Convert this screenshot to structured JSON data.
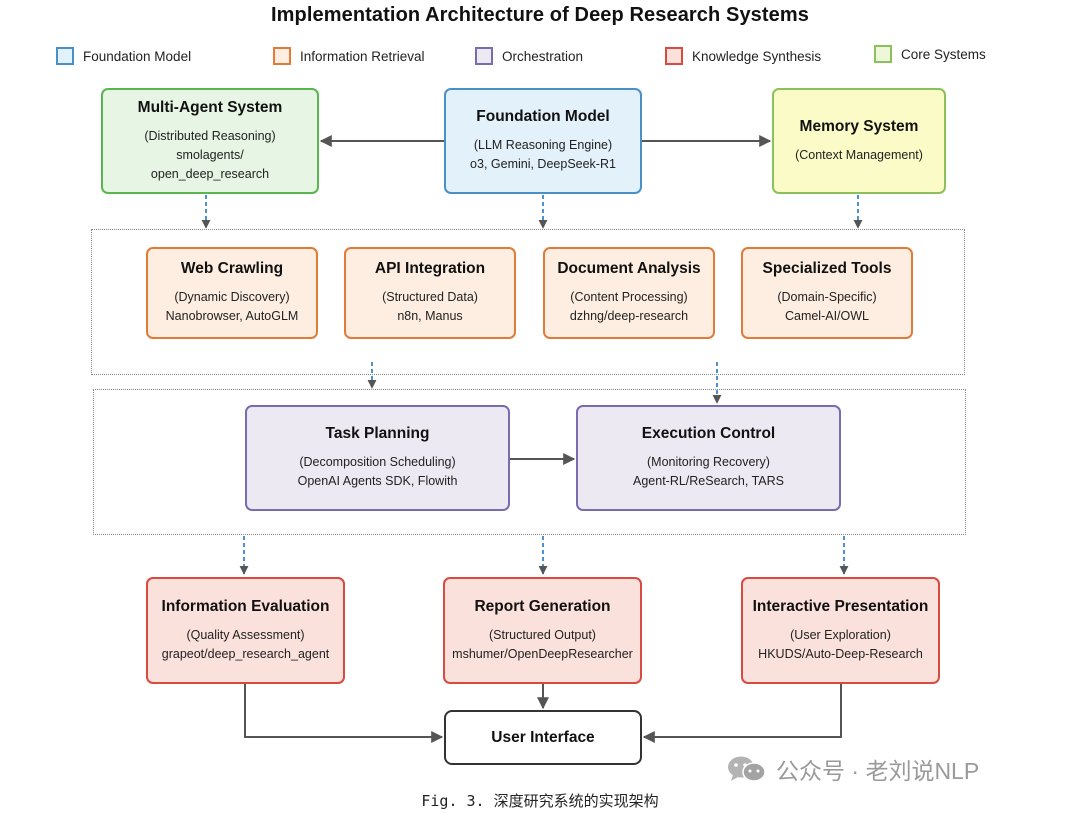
{
  "title": "Implementation Architecture of Deep Research Systems",
  "legend": [
    {
      "label": "Foundation Model",
      "fill": "#e3f1fb",
      "stroke": "#4a90c8"
    },
    {
      "label": "Information Retrieval",
      "fill": "#fdeee1",
      "stroke": "#e07b39"
    },
    {
      "label": "Orchestration",
      "fill": "#ece9f3",
      "stroke": "#7d6bb0"
    },
    {
      "label": "Knowledge Synthesis",
      "fill": "#fbe1dc",
      "stroke": "#d94a41"
    },
    {
      "label": "Core Systems",
      "fill": "#eef7d9",
      "stroke": "#8cc05a"
    }
  ],
  "nodes": {
    "multi_agent": {
      "title": "Multi-Agent System",
      "lines": [
        "(Distributed Reasoning)",
        "smolagents/",
        "open_deep_research"
      ],
      "fill": "#e7f5e4",
      "stroke": "#5ab64e"
    },
    "foundation": {
      "title": "Foundation Model",
      "lines": [
        "(LLM Reasoning Engine)",
        "o3, Gemini, DeepSeek-R1"
      ],
      "fill": "#e3f1fb",
      "stroke": "#4a90c8"
    },
    "memory": {
      "title": "Memory System",
      "lines": [
        "(Context Management)"
      ],
      "fill": "#fbfbc7",
      "stroke": "#8cc05a"
    },
    "web_crawling": {
      "title": "Web Crawling",
      "lines": [
        "(Dynamic Discovery)",
        "Nanobrowser, AutoGLM"
      ],
      "fill": "#fdeee1",
      "stroke": "#e07b39"
    },
    "api_integration": {
      "title": "API Integration",
      "lines": [
        "(Structured Data)",
        "n8n, Manus"
      ],
      "fill": "#fdeee1",
      "stroke": "#e07b39"
    },
    "document_analysis": {
      "title": "Document Analysis",
      "lines": [
        "(Content Processing)",
        "dzhng/deep-research"
      ],
      "fill": "#fdeee1",
      "stroke": "#e07b39"
    },
    "specialized_tools": {
      "title": "Specialized Tools",
      "lines": [
        "(Domain-Specific)",
        "Camel-AI/OWL"
      ],
      "fill": "#fdeee1",
      "stroke": "#e07b39"
    },
    "task_planning": {
      "title": "Task Planning",
      "lines": [
        "(Decomposition Scheduling)",
        "OpenAI Agents SDK, Flowith"
      ],
      "fill": "#ece9f3",
      "stroke": "#7d6bb0"
    },
    "execution_control": {
      "title": "Execution Control",
      "lines": [
        "(Monitoring Recovery)",
        "Agent-RL/ReSearch, TARS"
      ],
      "fill": "#ece9f3",
      "stroke": "#7d6bb0"
    },
    "info_eval": {
      "title": "Information Evaluation",
      "lines": [
        "(Quality Assessment)",
        "grapeot/deep_research_agent"
      ],
      "fill": "#fbe1dc",
      "stroke": "#d94a41"
    },
    "report_gen": {
      "title": "Report Generation",
      "lines": [
        "(Structured Output)",
        "mshumer/OpenDeepResearcher"
      ],
      "fill": "#fbe1dc",
      "stroke": "#d94a41"
    },
    "interactive": {
      "title": "Interactive Presentation",
      "lines": [
        "(User Exploration)",
        "HKUDS/Auto-Deep-Research"
      ],
      "fill": "#fbe1dc",
      "stroke": "#d94a41"
    },
    "user_interface": {
      "title": "User Interface",
      "lines": [],
      "fill": "#ffffff",
      "stroke": "#333333"
    }
  },
  "caption": "Fig. 3. 深度研究系统的实现架构",
  "watermark": "公众号 · 老刘说NLP"
}
